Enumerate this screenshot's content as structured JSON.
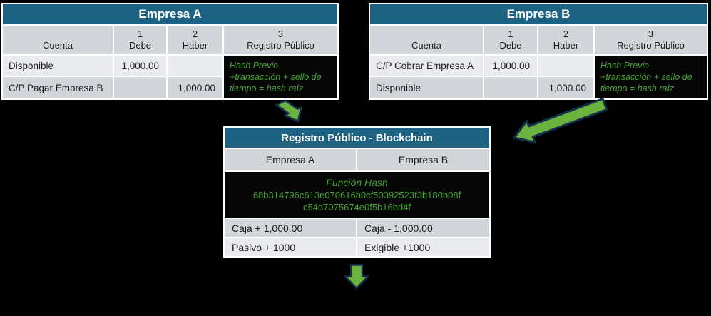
{
  "empresa_a": {
    "title": "Empresa A",
    "headers": {
      "cuenta": "Cuenta",
      "debe_num": "1",
      "debe": "Debe",
      "haber_num": "2",
      "haber": "Haber",
      "registro_num": "3",
      "registro": "Registro Público"
    },
    "rows": [
      {
        "cuenta": "Disponible",
        "debe": "1,000.00",
        "haber": ""
      },
      {
        "cuenta": "C/P Pagar Empresa B",
        "debe": "",
        "haber": "1,000.00"
      }
    ],
    "hash_note_lines": [
      "Hash Previo",
      "+transacción + sello de",
      "tiempo = hash raíz"
    ]
  },
  "empresa_b": {
    "title": "Empresa B",
    "headers": {
      "cuenta": "Cuenta",
      "debe_num": "1",
      "debe": "Debe",
      "haber_num": "2",
      "haber": "Haber",
      "registro_num": "3",
      "registro": "Registro Público"
    },
    "rows": [
      {
        "cuenta": "C/P Cobrar Empresa A",
        "debe": "1,000.00",
        "haber": ""
      },
      {
        "cuenta": "Disponible",
        "debe": "",
        "haber": "1,000.00"
      }
    ],
    "hash_note_lines": [
      "Hash Previo",
      "+transacción + sello de",
      "tiempo = hash raíz"
    ]
  },
  "blockchain": {
    "title": "Registro Público - Blockchain",
    "col_a": "Empresa A",
    "col_b": "Empresa B",
    "hash_label": "Función Hash",
    "hash_line1": "68b314796c613e070616b0cf50392523f3b180b08f",
    "hash_line2": "c54d7075674e0f5b16bd4f",
    "rows": [
      {
        "a": "Caja + 1,000.00",
        "b": "Caja - 1,000.00"
      },
      {
        "a": "Pasivo + 1000",
        "b": "Exigible +1000"
      }
    ]
  },
  "colors": {
    "header_teal": "#1d6183",
    "row_light": "#e9ebee",
    "row_dark": "#d2d6da",
    "hash_green": "#43a52e",
    "arrow_green": "#6cb23e",
    "arrow_outline": "#14304a",
    "background": "#000000"
  }
}
